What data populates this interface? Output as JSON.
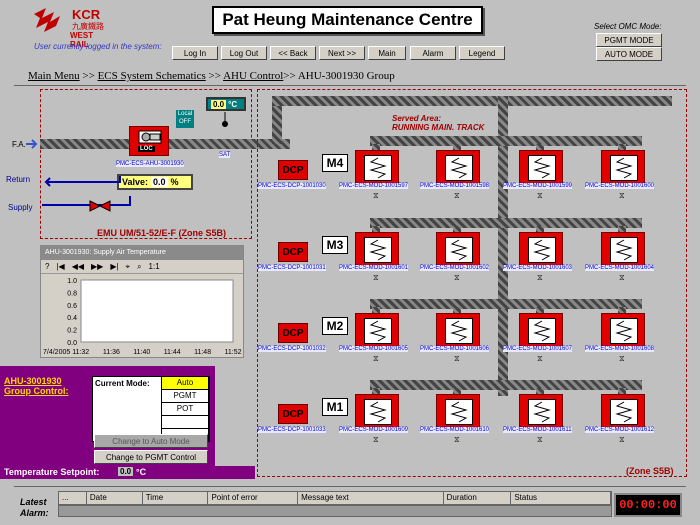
{
  "header": {
    "logo_kcr": "KCR",
    "logo_cn": "九廣鐵路",
    "logo_wr": "WEST RAIL",
    "title": "Pat Heung Maintenance Centre",
    "login_text": "User currently logged in the system:",
    "select_omc_label": "Select OMC Mode:"
  },
  "toolbar": {
    "log_in": "Log In",
    "log_out": "Log Out",
    "back": "<< Back",
    "next": "Next >>",
    "main": "Main",
    "alarm": "Alarm",
    "legend": "Legend",
    "pgmt_mode": "PGMT MODE",
    "auto_mode": "AUTO MODE"
  },
  "breadcrumb": {
    "main_menu": "Main Menu",
    "sep1": ">>",
    "ecs": "ECS System Schematics",
    "sep2": ">>",
    "ahu_control": "AHU Control",
    "sep3": ">>",
    "current": "AHU-3001930 Group"
  },
  "ahu": {
    "fa_label": "F.A.",
    "return_label": "Return",
    "supply_label": "Supply",
    "ahu_tag": "PMC-ECS-AHU-3001930",
    "loc_badge": "LOC",
    "local_state": "Local",
    "off_state": "OFF",
    "temp_value": "0.0",
    "temp_unit": "°C",
    "sat_label": "SAT",
    "valve_label": "Valve:",
    "valve_value": "0.0",
    "valve_unit": "%",
    "zone_label": "EMU UM/51-52/E-F (Zone S5B)"
  },
  "trend": {
    "title": "AHU-3001930: Supply Air Temperature",
    "zoom_label": "1:1",
    "y_ticks": [
      "1.0",
      "0.8",
      "0.6",
      "0.4",
      "0.2",
      "0.0"
    ],
    "x_ticks": [
      "7/4/2005 11:32",
      "11:36",
      "11:40",
      "11:44",
      "11:48",
      "11:52"
    ]
  },
  "served_area": {
    "label": "Served Area:",
    "name": "RUNNING MAIN. TRACK"
  },
  "zone_right_label": "(Zone S5B)",
  "dcp_label": "DCP",
  "groups": [
    {
      "label": "M4",
      "dcp": "PMC-ECS-DCP-1001030",
      "mods": [
        "PMC-ECS-MOD-1001597",
        "PMC-ECS-MOD-1001598",
        "PMC-ECS-MOD-1001599",
        "PMC-ECS-MOD-1001600"
      ]
    },
    {
      "label": "M3",
      "dcp": "PMC-ECS-DCP-1001031",
      "mods": [
        "PMC-ECS-MOD-1001601",
        "PMC-ECS-MOD-1001602",
        "PMC-ECS-MOD-1001603",
        "PMC-ECS-MOD-1001604"
      ]
    },
    {
      "label": "M2",
      "dcp": "PMC-ECS-DCP-1001032",
      "mods": [
        "PMC-ECS-MOD-1001605",
        "PMC-ECS-MOD-1001606",
        "PMC-ECS-MOD-1001607",
        "PMC-ECS-MOD-1001608"
      ]
    },
    {
      "label": "M1",
      "dcp": "PMC-ECS-DCP-1001033",
      "mods": [
        "PMC-ECS-MOD-1001609",
        "PMC-ECS-MOD-1001610",
        "PMC-ECS-MOD-1001611",
        "PMC-ECS-MOD-1001612"
      ]
    }
  ],
  "group_control": {
    "title_line1": "AHU-3001930",
    "title_line2": "Group Control:",
    "current_mode_label": "Current Mode:",
    "modes": [
      "Auto",
      "PGMT",
      "POT",
      "",
      ""
    ],
    "active_mode": "Auto",
    "change_auto": "Change to Auto Mode",
    "change_pgmt": "Change to PGMT Control",
    "setpoint_label": "Temperature Setpoint:",
    "setpoint_value": "0.0",
    "setpoint_unit": "°C"
  },
  "alarm_bar": {
    "label_line1": "Latest",
    "label_line2": "Alarm:",
    "columns": [
      "...",
      "Date",
      "Time",
      "Point of error",
      "Message text",
      "Duration",
      "Status"
    ],
    "clock": "00:00:00"
  },
  "colors": {
    "accent_red": "#e00000",
    "purple": "#800080",
    "zone_red": "#a00000",
    "active_mode_yellow": "#ffff00"
  }
}
